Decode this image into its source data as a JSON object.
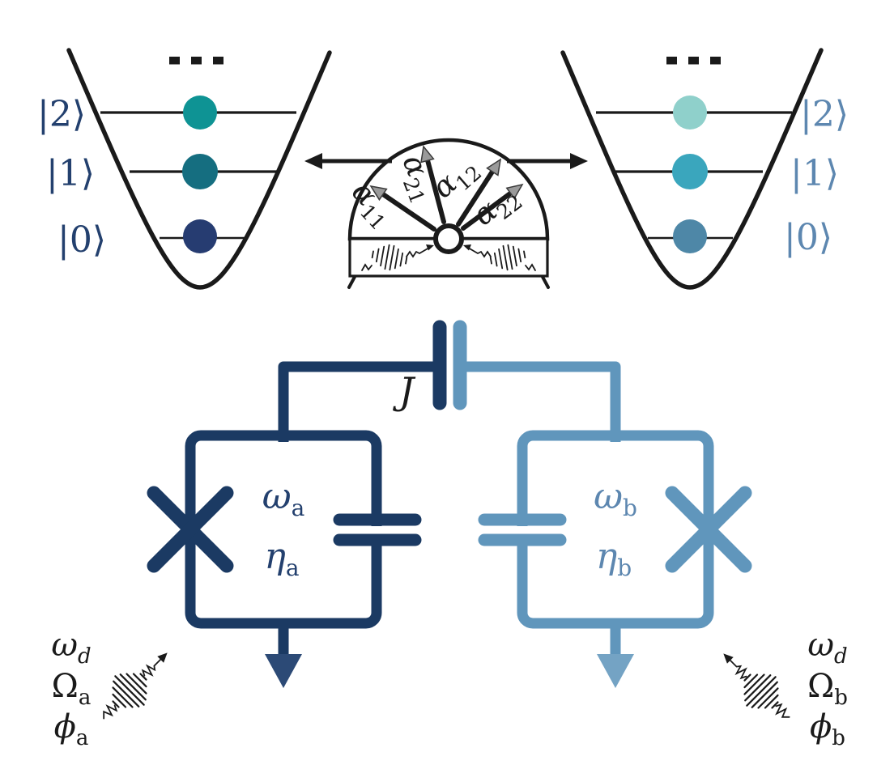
{
  "colors": {
    "black": "#1a1a1a",
    "navy": "#1b3a63",
    "steel": "#6096bc",
    "navyArrow": "#2c4a76",
    "steelArrow": "#74a3c4",
    "navyLabel": "#23406e",
    "steelLabel": "#5d87b0",
    "dotA0": "#263c71",
    "dotA1": "#156e80",
    "dotA2": "#0e9394",
    "dotB0": "#4e87a7",
    "dotB1": "#3aa6bd",
    "dotB2": "#8fd0cb",
    "grayHead": "#9a9a9a",
    "grayHeadEdge": "#3a3a3a"
  },
  "wells": {
    "left": {
      "ellipsis": "...",
      "levels": [
        {
          "ket": "|2⟩"
        },
        {
          "ket": "|1⟩"
        },
        {
          "ket": "|0⟩"
        }
      ]
    },
    "right": {
      "ellipsis": "...",
      "levels": [
        {
          "ket": "|2⟩"
        },
        {
          "ket": "|1⟩"
        },
        {
          "ket": "|0⟩"
        }
      ]
    }
  },
  "mixer": {
    "arrows": [
      {
        "symbol": "α",
        "sub": "11"
      },
      {
        "symbol": "α",
        "sub": "21"
      },
      {
        "symbol": "α",
        "sub": "12"
      },
      {
        "symbol": "α",
        "sub": "22"
      }
    ]
  },
  "circuit": {
    "coupling_label": "J",
    "qubit_a": {
      "freq": {
        "symbol": "ω",
        "sub": "a"
      },
      "anharm": {
        "symbol": "η",
        "sub": "a"
      }
    },
    "qubit_b": {
      "freq": {
        "symbol": "ω",
        "sub": "b"
      },
      "anharm": {
        "symbol": "η",
        "sub": "b"
      }
    }
  },
  "drives": {
    "left": [
      {
        "symbol": "ω",
        "sub": "d"
      },
      {
        "symbol": "Ω",
        "sub": "a"
      },
      {
        "symbol": "ϕ",
        "sub": "a"
      }
    ],
    "right": [
      {
        "symbol": "ω",
        "sub": "d"
      },
      {
        "symbol": "Ω",
        "sub": "b"
      },
      {
        "symbol": "ϕ",
        "sub": "b"
      }
    ]
  }
}
